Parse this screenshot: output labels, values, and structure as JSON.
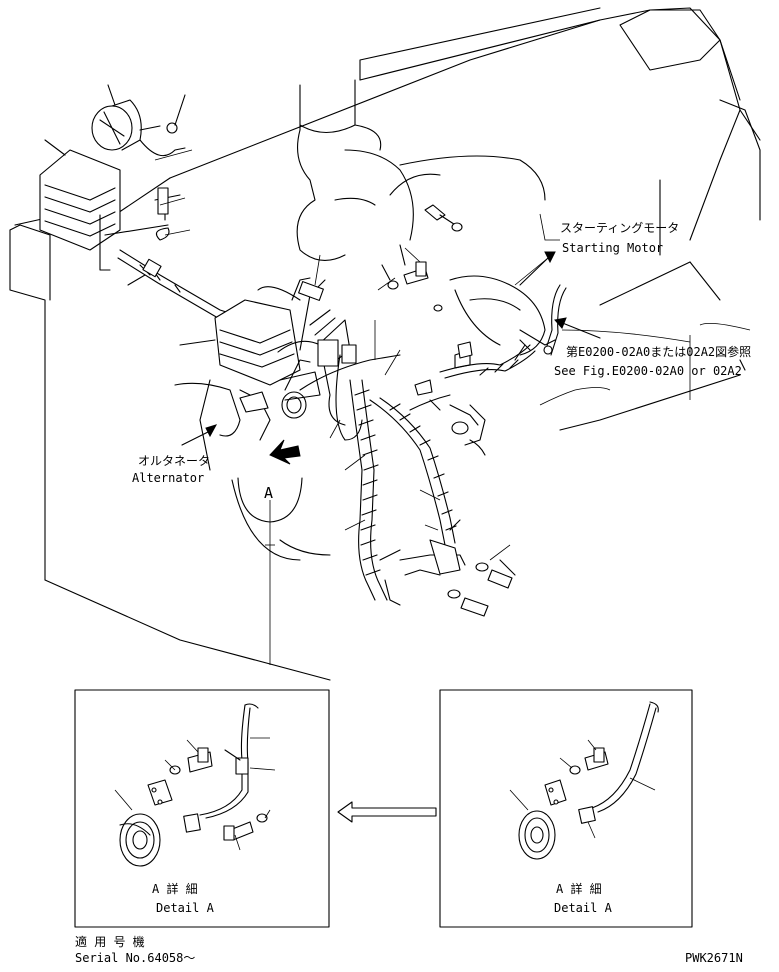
{
  "callouts": {
    "starting_motor_jp": "スターティングモータ",
    "starting_motor_en": "Starting Motor",
    "see_fig_jp": "第E0200-02A0または02A2図参照",
    "see_fig_en": "See Fig.E0200-02A0 or 02A2",
    "alternator_jp": "オルタネータ",
    "alternator_en": "Alternator",
    "view_letter": "A"
  },
  "detail_left": {
    "caption_jp": "A 詳 細",
    "caption_en": "Detail A"
  },
  "detail_right": {
    "caption_jp": "A 詳 細",
    "caption_en": "Detail A"
  },
  "footer": {
    "applicable_jp": "適 用 号 機",
    "serial": "Serial No.64058～",
    "drawing_id": "PWK2671N"
  },
  "colors": {
    "ink": "#000000",
    "paper": "#ffffff"
  }
}
